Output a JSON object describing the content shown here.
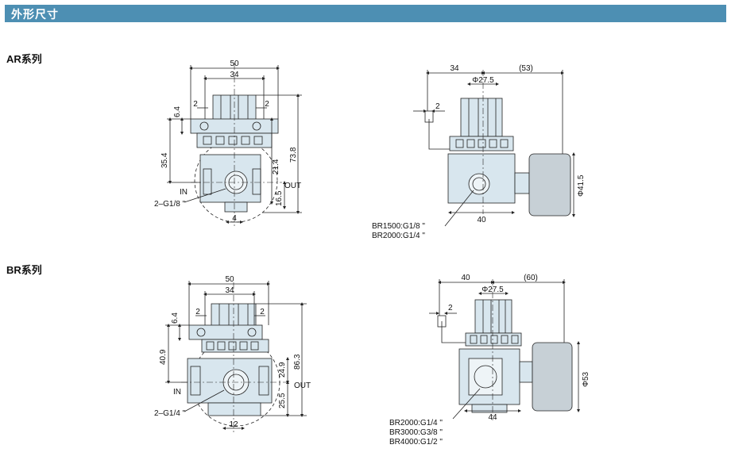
{
  "header": {
    "title": "外形尺寸"
  },
  "sections": {
    "ar": {
      "label": "AR系列"
    },
    "br": {
      "label": "BR系列"
    }
  },
  "ar_front": {
    "dim_width": "50",
    "dim_inner": "34",
    "dim_slot_left": "2",
    "dim_slot_right": "2",
    "dim_hole": "6.4",
    "dim_upper": "35.4",
    "dim_center": "21.4",
    "dim_lower": "16.5",
    "dim_total": "73.8",
    "dim_bottom": "4",
    "port_in": "IN",
    "port_out": "OUT",
    "thread": "2–G1/8 \""
  },
  "ar_side": {
    "dim_offset": "34",
    "dim_gauge_offset": "(53)",
    "dim_knob": "Φ27.5",
    "dim_panel": "2",
    "dim_gauge": "Φ41.5",
    "dim_body": "40",
    "gauge_port_1": "BR1500:G1/8 \"",
    "gauge_port_2": "BR2000:G1/4 \""
  },
  "br_front": {
    "dim_width": "50",
    "dim_inner": "34",
    "dim_slot_left": "2",
    "dim_slot_right": "2",
    "dim_hole": "6.4",
    "dim_upper": "40.9",
    "dim_center": "24.9",
    "dim_lower": "25.5",
    "dim_total": "86.3",
    "dim_bottom": "12",
    "port_in": "IN",
    "port_out": "OUT",
    "thread": "2–G1/4 \""
  },
  "br_side": {
    "dim_offset": "40",
    "dim_gauge_offset": "(60)",
    "dim_knob": "Φ27.5",
    "dim_panel": "2",
    "dim_gauge": "Φ53",
    "dim_body": "44",
    "gauge_port_1": "BR2000:G1/4 \"",
    "gauge_port_2": "BR3000:G3/8 \"",
    "gauge_port_3": "BR4000:G1/2 \""
  },
  "colors": {
    "header": "#4d8fb3",
    "body_fill": "#d8e6ee",
    "gauge_fill": "#c7d0d6",
    "line": "#222222"
  }
}
